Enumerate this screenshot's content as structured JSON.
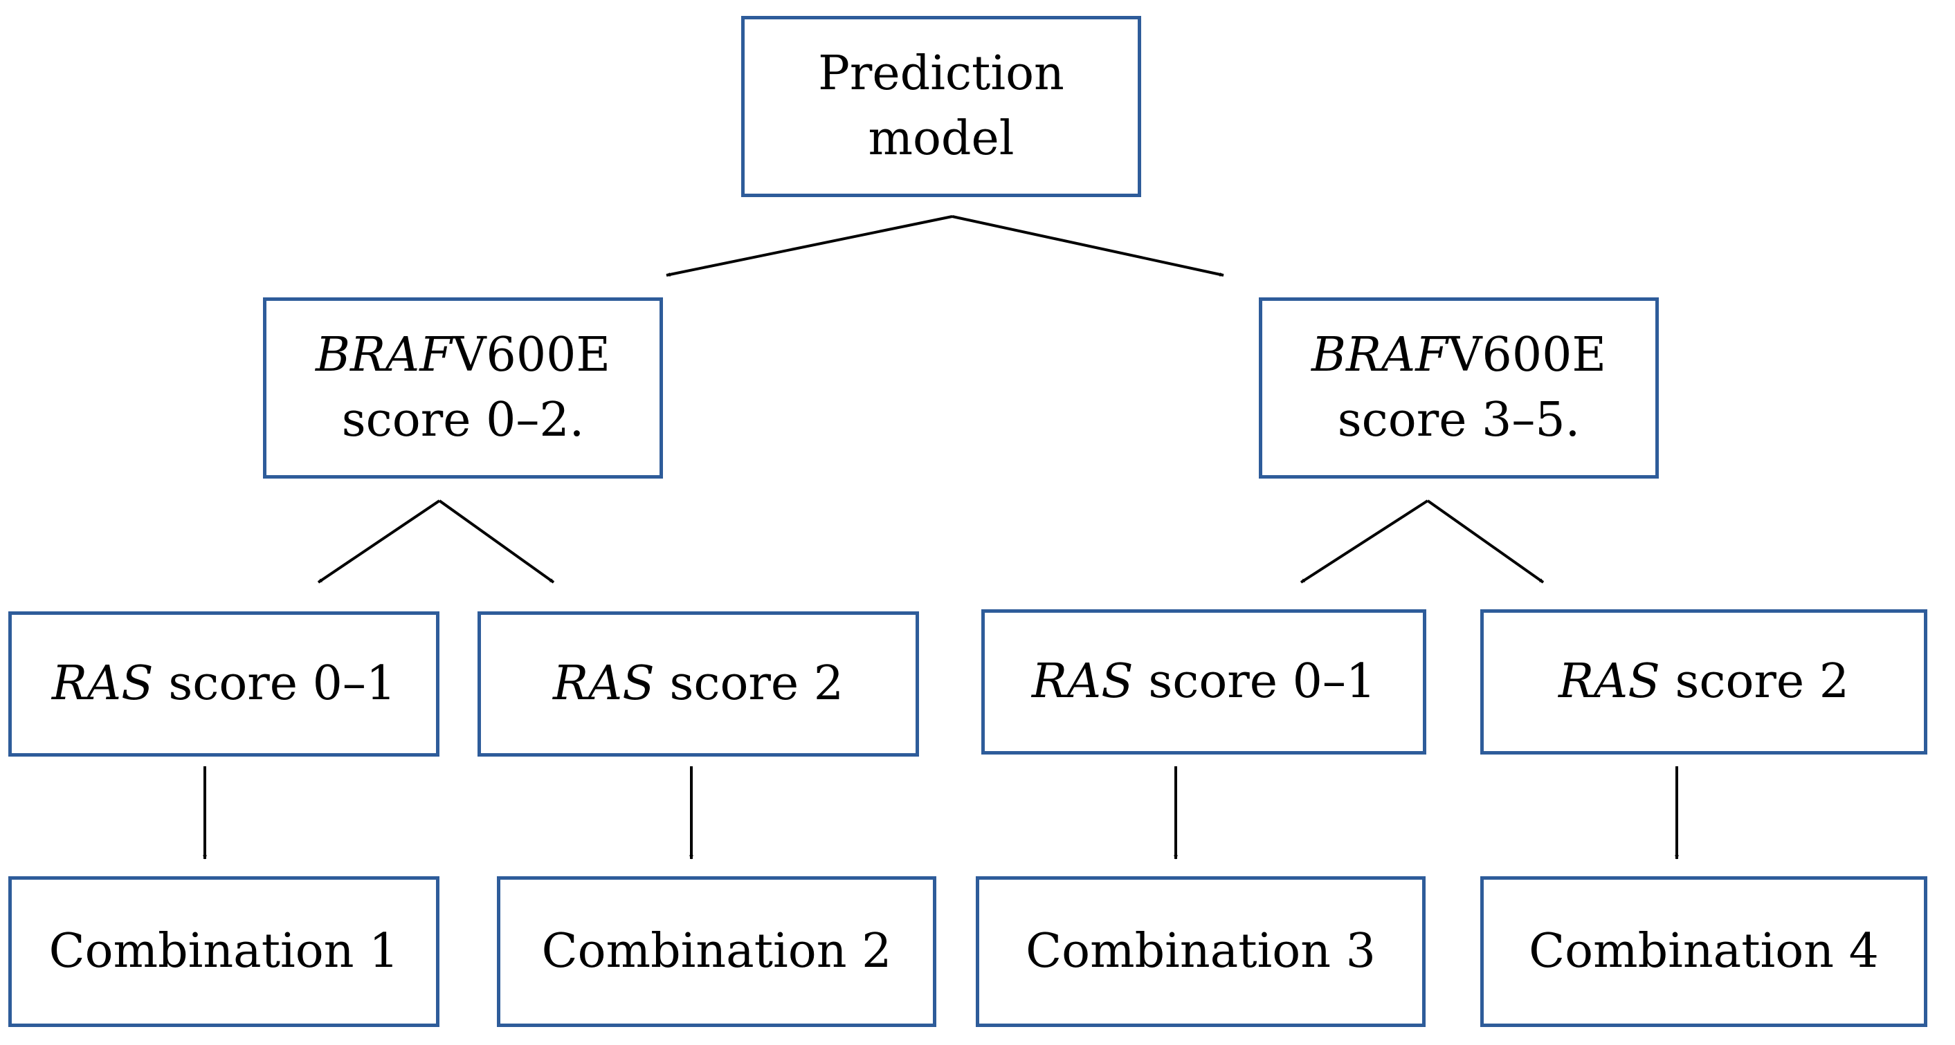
{
  "diagram": {
    "root": {
      "line1": "Prediction",
      "line2": "model"
    },
    "left_branch": {
      "gene": "BRAF",
      "mutation": "V600E",
      "score": "score 0–2."
    },
    "right_branch": {
      "gene": "BRAF",
      "mutation": "V600E",
      "score": "score 3–5."
    },
    "ras_nodes": [
      {
        "gene": "RAS",
        "score": " score 0–1"
      },
      {
        "gene": "RAS",
        "score": " score 2"
      },
      {
        "gene": "RAS",
        "score": " score 0–1"
      },
      {
        "gene": "RAS",
        "score": " score 2"
      }
    ],
    "combinations": [
      "Combination 1",
      "Combination 2",
      "Combination 3",
      "Combination 4"
    ]
  }
}
